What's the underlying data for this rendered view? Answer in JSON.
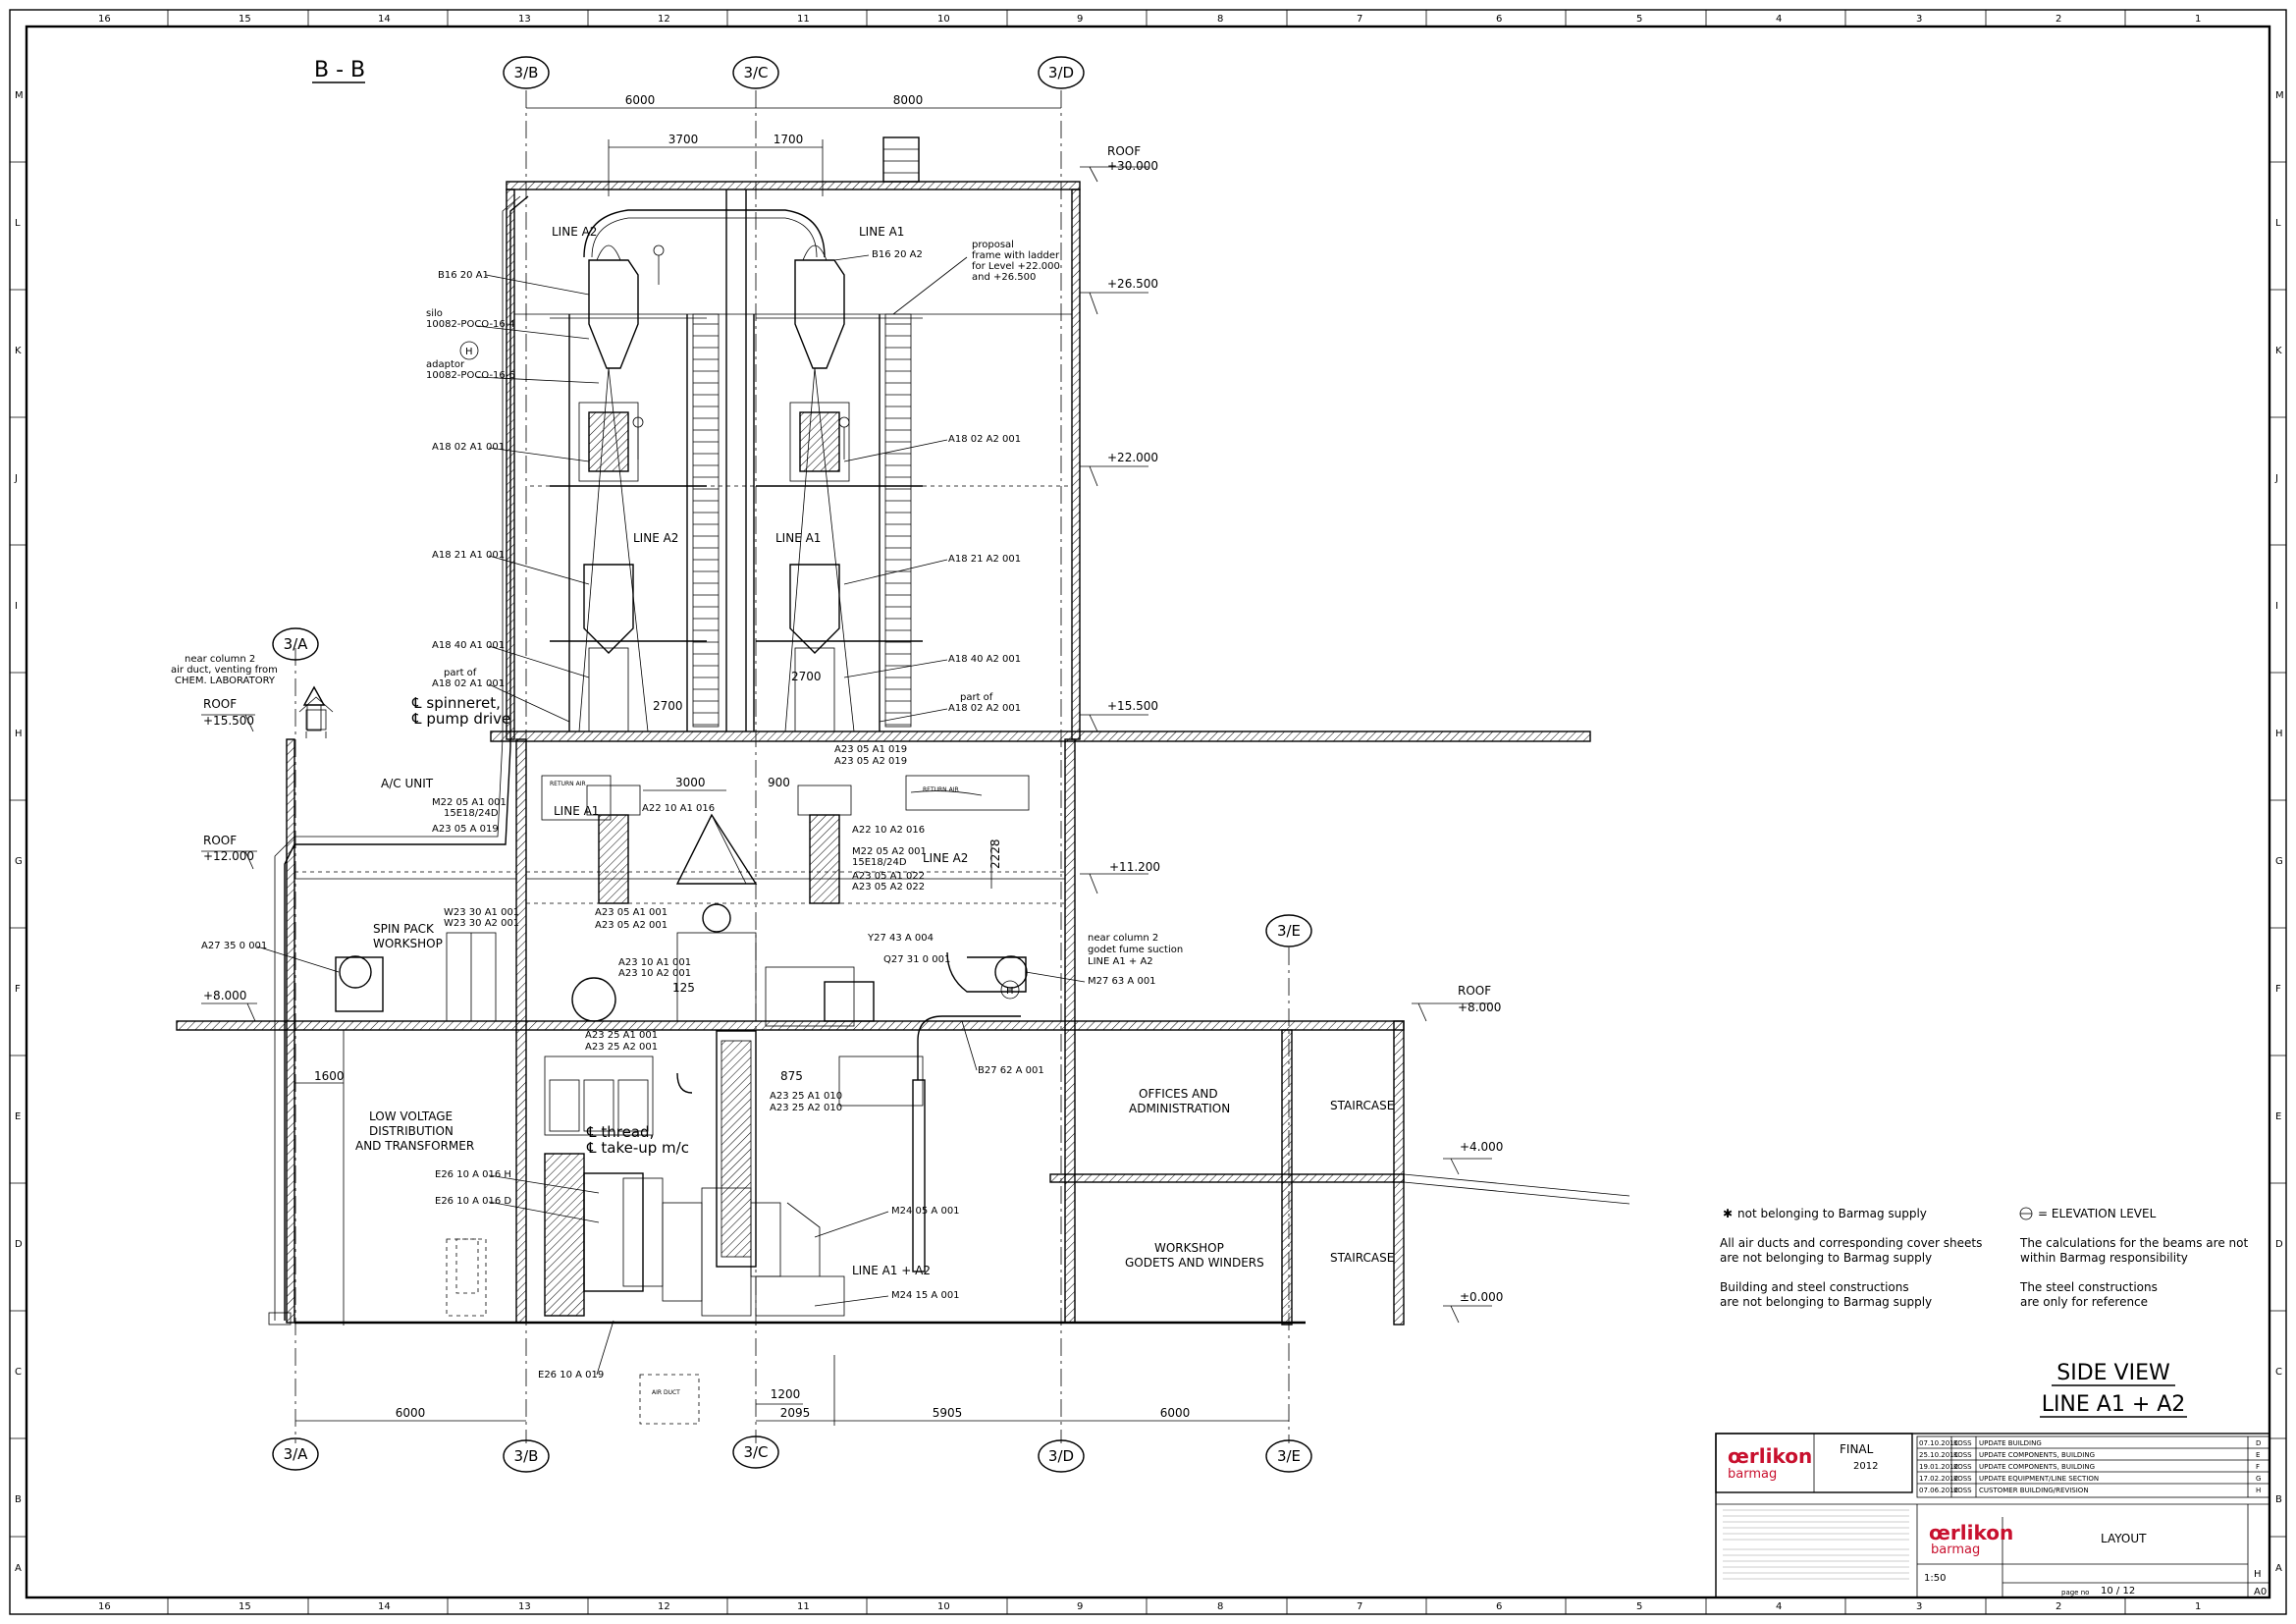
{
  "drawing": {
    "section_label": "B - B",
    "title_line1": "SIDE VIEW",
    "title_line2": "LINE A1 + A2"
  },
  "frame": {
    "top_numbers": [
      "16",
      "15",
      "14",
      "13",
      "12",
      "11",
      "10",
      "9",
      "8",
      "7",
      "6",
      "5",
      "4",
      "3",
      "2",
      "1"
    ],
    "side_letters": [
      "M",
      "L",
      "K",
      "J",
      "I",
      "H",
      "G",
      "F",
      "E",
      "D",
      "C",
      "B",
      "A"
    ]
  },
  "axes_top": [
    "3/B",
    "3/C",
    "3/D"
  ],
  "axes_bottom": [
    "3/A",
    "3/B",
    "3/C",
    "3/D",
    "3/E"
  ],
  "axis_3a_top": "3/A",
  "axis_3e_mid": "3/E",
  "dims_top": [
    "6000",
    "8000",
    "3700",
    "1700"
  ],
  "dims_bottom": [
    "6000",
    "2095",
    "5905",
    "6000",
    "1200"
  ],
  "dims_inner": [
    "2700",
    "2700",
    "3000",
    "900",
    "2228",
    "1600",
    "875",
    "125"
  ],
  "elevations": {
    "roof_top_label": "ROOF",
    "roof_top": "+30.000",
    "e26": "+26.500",
    "e22": "+22.000",
    "e15_right": "+15.500",
    "roof_left_label": "ROOF",
    "roof_left": "+15.500",
    "roof12_label": "ROOF",
    "roof12": "+12.000",
    "e11": "+11.200",
    "e8_left": "+8.000",
    "roof8_label": "ROOF",
    "roof8": "+8.000",
    "e4": "+4.000",
    "e0": "±0.000"
  },
  "labels": {
    "line_a2_top": "LINE A2",
    "line_a1_top": "LINE A1",
    "line_a2_mid": "LINE A2",
    "line_a1_mid": "LINE A1",
    "line_a1_low": "LINE A1",
    "line_a2_low": "LINE A2",
    "line_a1a2": "LINE A1 + A2",
    "ac_unit": "A/C UNIT",
    "spin_pack_1": "SPIN PACK",
    "spin_pack_2": "WORKSHOP",
    "lv_1": "LOW VOLTAGE",
    "lv_2": "DISTRIBUTION",
    "lv_3": "AND TRANSFORMER",
    "offices_1": "OFFICES AND",
    "offices_2": "ADMINISTRATION",
    "staircase_1": "STAIRCASE",
    "staircase_2": "STAIRCASE",
    "workshop_1": "WORKSHOP",
    "workshop_2": "GODETS AND WINDERS",
    "spinneret": "℄ spinneret,",
    "pump_drive": "℄ pump drive",
    "thread": "℄ thread,",
    "takeup": "℄ take-up m/c",
    "near_col2_1": "near column 2",
    "near_col2_2": "air duct, venting from",
    "near_col2_3": "CHEM. LABORATORY",
    "godet_1": "near column 2",
    "godet_2": "godet fume suction",
    "godet_3": "LINE A1 + A2",
    "proposal_1": "proposal",
    "proposal_2": "frame with ladder",
    "proposal_3": "for Level +22.000",
    "proposal_4": "and +26.500",
    "silo_1": "silo",
    "silo_2": "10082-POCO-16-4",
    "adaptor_1": "adaptor",
    "adaptor_2": "10082-POCO-16-6",
    "part_of_1": "part of",
    "part_of_2": "A18 02 A1 001",
    "part_of_3": "part of",
    "part_of_4": "A18 02 A2 001",
    "air_duct": "AIR DUCT"
  },
  "tags": [
    "B16 20 A1",
    "B16 20 A2",
    "A18 02 A1 001",
    "A18 02 A2 001",
    "A18 21 A1 001",
    "A18 21 A2 001",
    "A18 40 A1 001",
    "A18 40 A2 001",
    "A23 05 A1 019",
    "A23 05 A2 019",
    "M22 05 A1 001",
    "15E18/24D",
    "A23 05 A 019",
    "A22 10 A1 016",
    "A22 10 A2 016",
    "M22 05 A2 001",
    "15E18/24D",
    "A23 05 A1 022",
    "A23 05 A2 022",
    "A27 35 0 001",
    "W23 30 A1 001",
    "W23 30 A2 001",
    "A23 05 A1 001",
    "A23 05 A2 001",
    "A23 10 A1 001",
    "A23 10 A2 001",
    "Y27 43 A 004",
    "Q27 31 0 001",
    "M27 63 A 001",
    "A23 25 A1 001",
    "A23 25 A2 001",
    "B27 62 A 001",
    "A23 25 A1 010",
    "A23 25 A2 010",
    "E26 10 A 016 H",
    "E26 10 A 016 D",
    "M24 05 A 001",
    "M24 15 A 001",
    "E26 10 A 019"
  ],
  "notes": {
    "n1": "not belonging to Barmag supply",
    "n2a": "All air ducts and corresponding cover sheets",
    "n2b": "are not belonging to Barmag supply",
    "n3a": "Building and steel constructions",
    "n3b": "are not belonging to Barmag supply",
    "n4": "= ELEVATION LEVEL",
    "n5a": "The calculations for the beams are not",
    "n5b": "within Barmag responsibility",
    "n6a": "The steel constructions",
    "n6b": "are only for reference"
  },
  "title_block": {
    "brand": "œrlikon",
    "sub": "barmag",
    "status": "FINAL",
    "year": "2012",
    "drawing_name": "LAYOUT",
    "scale": "1:50",
    "page_label": "page no",
    "page": "10 / 12",
    "format": "A0",
    "rev": "H",
    "revisions": [
      {
        "date": "07.10.2011",
        "by": "KOSS",
        "text": "UPDATE BUILDING",
        "idx": "D"
      },
      {
        "date": "25.10.2011",
        "by": "KOSS",
        "text": "UPDATE COMPONENTS, BUILDING",
        "idx": "E"
      },
      {
        "date": "19.01.2012",
        "by": "KOSS",
        "text": "UPDATE COMPONENTS, BUILDING",
        "idx": "F"
      },
      {
        "date": "17.02.2012",
        "by": "KOSS",
        "text": "UPDATE EQUIPMENT/LINE SECTION",
        "idx": "G"
      },
      {
        "date": "07.06.2012",
        "by": "KOSS",
        "text": "CUSTOMER BUILDING/REVISION",
        "idx": "H"
      }
    ]
  }
}
